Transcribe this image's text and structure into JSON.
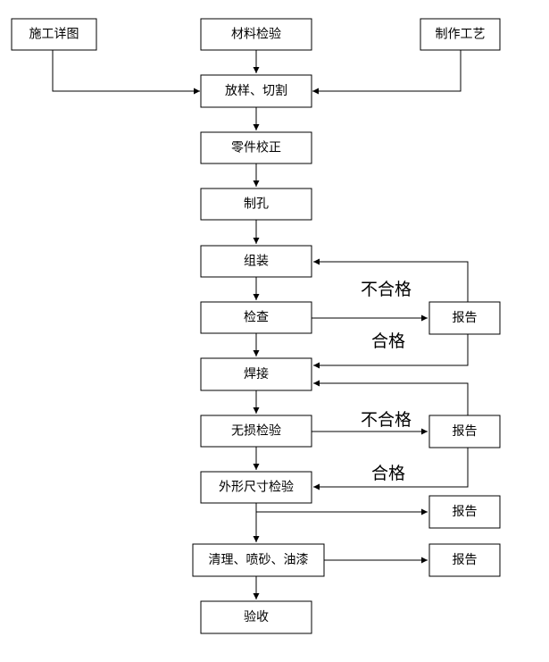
{
  "nodes": {
    "detail_drawing": "施工详图",
    "material_inspection": "材料检验",
    "fabrication_process": "制作工艺",
    "layout_cutting": "放样、切割",
    "part_correction": "零件校正",
    "drilling": "制孔",
    "assembly": "组装",
    "inspection": "检查",
    "welding": "焊接",
    "ndt_inspection": "无损检验",
    "dimension_inspection": "外形尺寸检验",
    "cleaning_blasting_painting": "清理、喷砂、油漆",
    "acceptance": "验收",
    "report_1": "报告",
    "report_2": "报告",
    "report_3": "报告",
    "report_4": "报告"
  },
  "labels": {
    "fail_1": "不合格",
    "pass_1": "合格",
    "fail_2": "不合格",
    "pass_2": "合格"
  }
}
